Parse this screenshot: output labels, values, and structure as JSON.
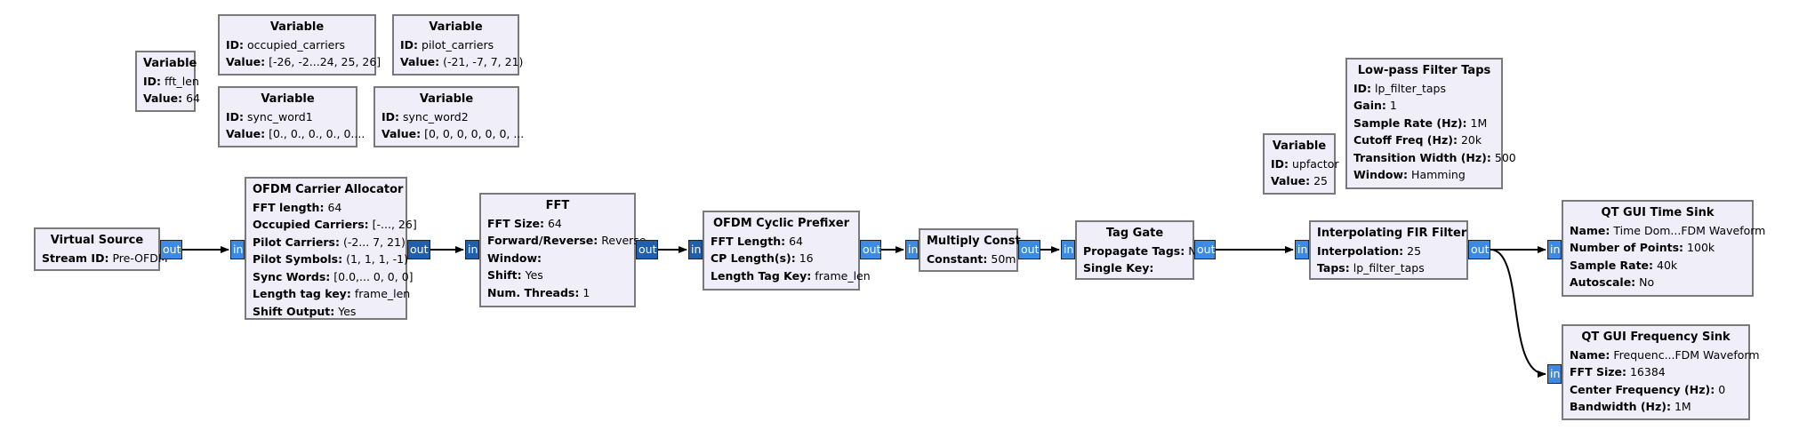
{
  "port_labels": {
    "in": "in",
    "out": "out"
  },
  "blocks": {
    "var_fft_len": {
      "title": "Variable",
      "rows": [
        {
          "k": "ID:",
          "v": "fft_len"
        },
        {
          "k": "Value:",
          "v": "64"
        }
      ]
    },
    "var_occupied": {
      "title": "Variable",
      "rows": [
        {
          "k": "ID:",
          "v": "occupied_carriers"
        },
        {
          "k": "Value:",
          "v": "[-26, -2...24, 25, 26]"
        }
      ]
    },
    "var_pilot": {
      "title": "Variable",
      "rows": [
        {
          "k": "ID:",
          "v": "pilot_carriers"
        },
        {
          "k": "Value:",
          "v": "(-21, -7, 7, 21)"
        }
      ]
    },
    "var_sync1": {
      "title": "Variable",
      "rows": [
        {
          "k": "ID:",
          "v": "sync_word1"
        },
        {
          "k": "Value:",
          "v": "[0., 0., 0., 0., 0...."
        }
      ]
    },
    "var_sync2": {
      "title": "Variable",
      "rows": [
        {
          "k": "ID:",
          "v": "sync_word2"
        },
        {
          "k": "Value:",
          "v": "[0, 0, 0, 0, 0, 0, ..."
        }
      ]
    },
    "var_upfactor": {
      "title": "Variable",
      "rows": [
        {
          "k": "ID:",
          "v": "upfactor"
        },
        {
          "k": "Value:",
          "v": "25"
        }
      ]
    },
    "lp_taps": {
      "title": "Low-pass Filter Taps",
      "rows": [
        {
          "k": "ID:",
          "v": "lp_filter_taps"
        },
        {
          "k": "Gain:",
          "v": "1"
        },
        {
          "k": "Sample Rate (Hz):",
          "v": "1M"
        },
        {
          "k": "Cutoff Freq (Hz):",
          "v": "20k"
        },
        {
          "k": "Transition Width (Hz):",
          "v": "500"
        },
        {
          "k": "Window:",
          "v": "Hamming"
        }
      ]
    },
    "virtual_source": {
      "title": "Virtual Source",
      "rows": [
        {
          "k": "Stream ID:",
          "v": "Pre-OFDM"
        }
      ]
    },
    "carrier_alloc": {
      "title": "OFDM Carrier Allocator",
      "rows": [
        {
          "k": "FFT length:",
          "v": "64"
        },
        {
          "k": "Occupied Carriers:",
          "v": "[-..., 26]"
        },
        {
          "k": "Pilot Carriers:",
          "v": "(-2... 7, 21)"
        },
        {
          "k": "Pilot Symbols:",
          "v": "(1, 1, 1, -1)"
        },
        {
          "k": "Sync Words:",
          "v": "[0.0,... 0, 0, 0]"
        },
        {
          "k": "Length tag key:",
          "v": "frame_len"
        },
        {
          "k": "Shift Output:",
          "v": "Yes"
        }
      ]
    },
    "fft": {
      "title": "FFT",
      "rows": [
        {
          "k": "FFT Size:",
          "v": "64"
        },
        {
          "k": "Forward/Reverse:",
          "v": "Reverse"
        },
        {
          "k": "Window:",
          "v": ""
        },
        {
          "k": "Shift:",
          "v": "Yes"
        },
        {
          "k": "Num. Threads:",
          "v": "1"
        }
      ]
    },
    "cyclic_prefixer": {
      "title": "OFDM Cyclic Prefixer",
      "rows": [
        {
          "k": "FFT Length:",
          "v": "64"
        },
        {
          "k": "CP Length(s):",
          "v": "16"
        },
        {
          "k": "Length Tag Key:",
          "v": "frame_len"
        }
      ]
    },
    "multiply_const": {
      "title": "Multiply Const",
      "rows": [
        {
          "k": "Constant:",
          "v": "50m"
        }
      ]
    },
    "tag_gate": {
      "title": "Tag Gate",
      "rows": [
        {
          "k": "Propagate Tags:",
          "v": "No"
        },
        {
          "k": "Single Key:",
          "v": ""
        }
      ]
    },
    "interp_fir": {
      "title": "Interpolating FIR Filter",
      "rows": [
        {
          "k": "Interpolation:",
          "v": "25"
        },
        {
          "k": "Taps:",
          "v": "lp_filter_taps"
        }
      ]
    },
    "time_sink": {
      "title": "QT GUI Time Sink",
      "rows": [
        {
          "k": "Name:",
          "v": "Time Dom...FDM Waveform"
        },
        {
          "k": "Number of Points:",
          "v": "100k"
        },
        {
          "k": "Sample Rate:",
          "v": "40k"
        },
        {
          "k": "Autoscale:",
          "v": "No"
        }
      ]
    },
    "freq_sink": {
      "title": "QT GUI Frequency Sink",
      "rows": [
        {
          "k": "Name:",
          "v": "Frequenc...FDM Waveform"
        },
        {
          "k": "FFT Size:",
          "v": "16384"
        },
        {
          "k": "Center Frequency (Hz):",
          "v": "0"
        },
        {
          "k": "Bandwidth (Hz):",
          "v": "1M"
        }
      ]
    }
  }
}
